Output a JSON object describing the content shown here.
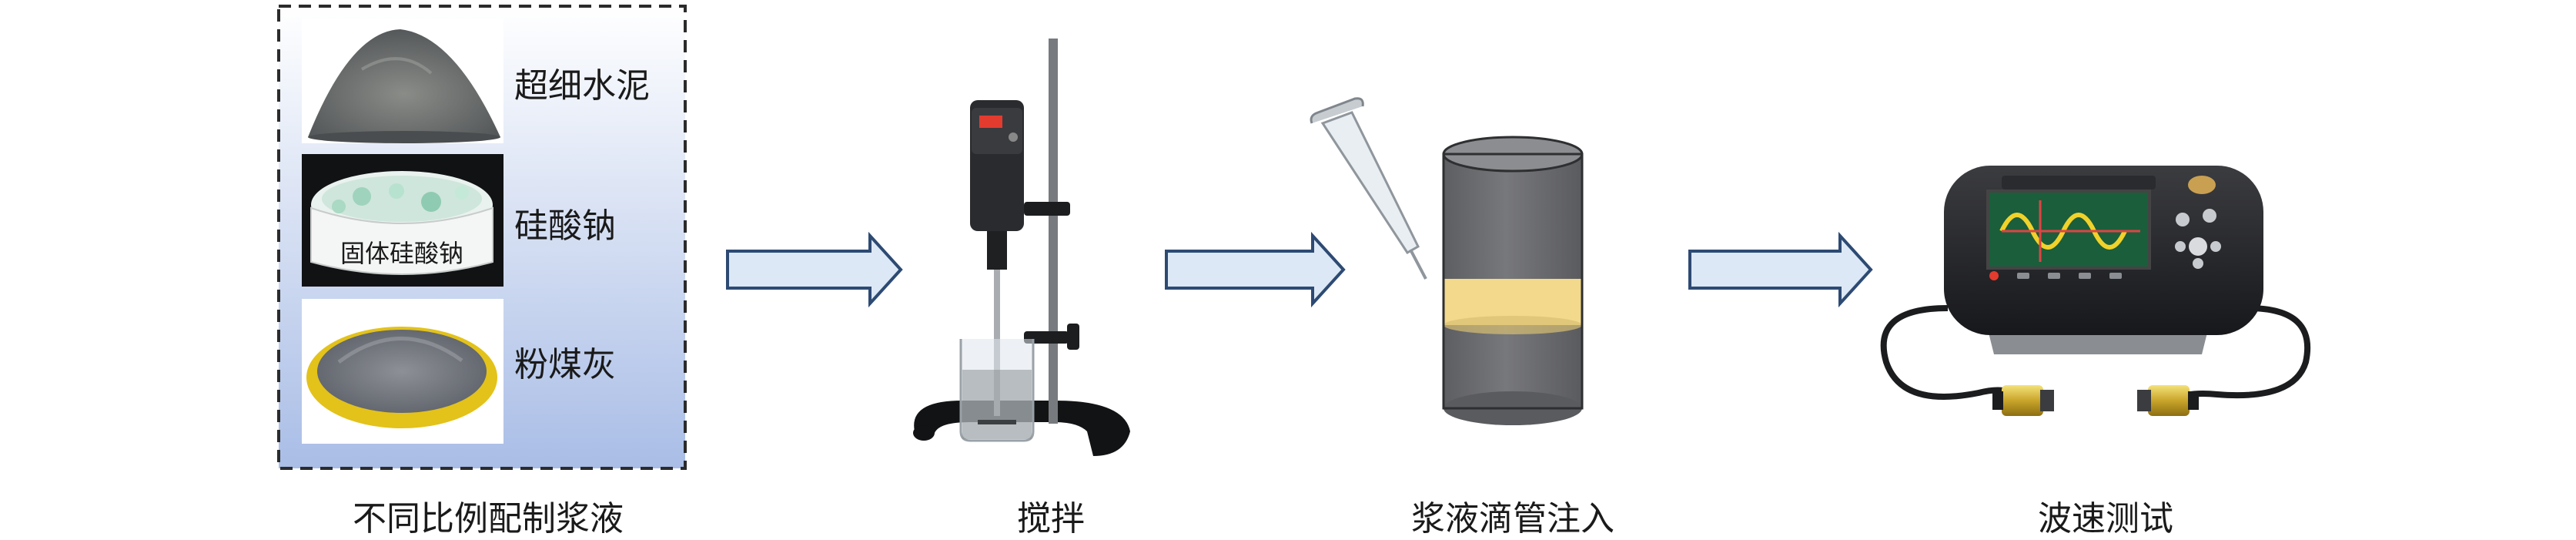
{
  "materials": {
    "items": [
      {
        "label": "超细水泥"
      },
      {
        "label": "硅酸钠"
      },
      {
        "label": "粉煤灰"
      }
    ],
    "jar_label": "固体硅酸钠",
    "caption": "不同比例配制浆液"
  },
  "steps": [
    {
      "caption": "搅拌"
    },
    {
      "caption": "浆液滴管注入"
    },
    {
      "caption": "波速测试"
    }
  ],
  "colors": {
    "panel_top": "#ffffff",
    "panel_bottom": "#a9bde6",
    "arrow_fill": "#dce8f5",
    "arrow_stroke": "#2d4a73",
    "cylinder": "#6f7074",
    "band": "#f2d98c"
  }
}
